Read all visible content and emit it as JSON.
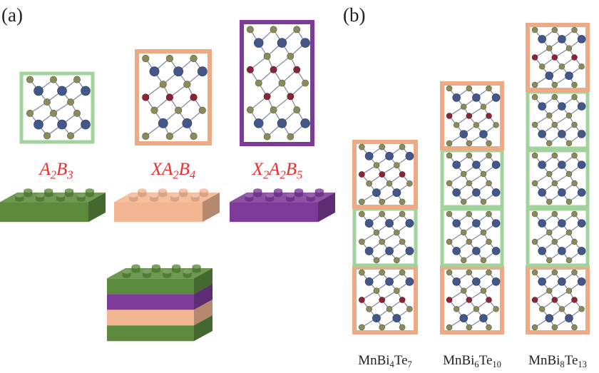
{
  "panels": {
    "a": {
      "label": "(a)"
    },
    "b": {
      "label": "(b)"
    }
  },
  "block_types": [
    {
      "id": "A2B3",
      "parts": [
        [
          "A",
          ""
        ],
        [
          "2",
          "sub"
        ],
        [
          "B",
          ""
        ],
        [
          "3",
          "sub"
        ]
      ],
      "frame_color": "#a3d39c",
      "brick_color": "#5b8a3c"
    },
    {
      "id": "XA2B4",
      "parts": [
        [
          "XA",
          ""
        ],
        [
          "2",
          "sub"
        ],
        [
          "B",
          ""
        ],
        [
          "4",
          "sub"
        ]
      ],
      "frame_color": "#ecab85",
      "brick_color": "#f2b592"
    },
    {
      "id": "X2A2B5",
      "parts": [
        [
          "X",
          ""
        ],
        [
          "2",
          "sub"
        ],
        [
          "A",
          ""
        ],
        [
          "2",
          "sub"
        ],
        [
          "B",
          ""
        ],
        [
          "5",
          "sub"
        ]
      ],
      "frame_color": "#7d3a98",
      "brick_color": "#7d3a98"
    }
  ],
  "stack_layers": [
    "A2B3",
    "X2A2B5",
    "XA2B4",
    "A2B3"
  ],
  "compounds": [
    {
      "parts": [
        [
          "MnBi",
          ""
        ],
        [
          "4",
          "sub"
        ],
        [
          "Te",
          ""
        ],
        [
          "7",
          "sub"
        ]
      ],
      "layers": [
        "XA2B4",
        "A2B3",
        "XA2B4"
      ]
    },
    {
      "parts": [
        [
          "MnBi",
          ""
        ],
        [
          "6",
          "sub"
        ],
        [
          "Te",
          ""
        ],
        [
          "10",
          "sub"
        ]
      ],
      "layers": [
        "XA2B4",
        "A2B3",
        "A2B3",
        "XA2B4"
      ]
    },
    {
      "parts": [
        [
          "MnBi",
          ""
        ],
        [
          "8",
          "sub"
        ],
        [
          "Te",
          ""
        ],
        [
          "13",
          "sub"
        ]
      ],
      "layers": [
        "XA2B4",
        "A2B3",
        "A2B3",
        "A2B3",
        "XA2B4"
      ]
    }
  ],
  "colors": {
    "formula_text": "#e8312f",
    "atom_A": "#44578a",
    "atom_B": "#8a8a5a",
    "atom_X": "#8b2535",
    "bond": "#7e86a0"
  }
}
